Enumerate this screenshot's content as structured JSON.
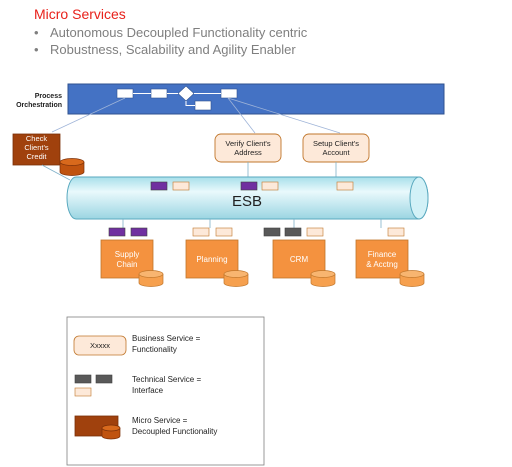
{
  "heading": {
    "title": "Micro Services",
    "bullets": [
      "Autonomous Decoupled Functionality centric",
      "Robustness, Scalability and Agility  Enabler"
    ]
  },
  "process": {
    "label_line1": "Process",
    "label_line2": "Orchestration"
  },
  "business_services": [
    {
      "line1": "Verify Client's",
      "line2": "Address"
    },
    {
      "line1": "Setup Client's",
      "line2": "Account"
    }
  ],
  "check_credit": {
    "line1": "Check",
    "line2": "Client's",
    "line3": "Credit"
  },
  "esb": {
    "label": "ESB"
  },
  "micro_services": [
    {
      "line1": "Supply",
      "line2": "Chain"
    },
    {
      "line1": "Planning",
      "line2": ""
    },
    {
      "line1": "CRM",
      "line2": ""
    },
    {
      "line1": "Finance",
      "line2": "& Acctng"
    }
  ],
  "legend": {
    "sample_text": "Xxxxx",
    "items": [
      {
        "line1": "Business Service =",
        "line2": "Functionality"
      },
      {
        "line1": "Technical Service =",
        "line2": "Interface"
      },
      {
        "line1": "Micro Service =",
        "line2": "Decoupled Functionality"
      }
    ]
  },
  "colors": {
    "title_red": "#e8211b",
    "orchestration_blue": "#4472c4",
    "esb_cyan": "#c9eef5",
    "micro_orange": "#f4923f",
    "db_orange": "#f6a04e",
    "purple": "#7030a0",
    "grey": "#595959",
    "business_fill": "#fde9d9",
    "check_brown": "#a0410d"
  }
}
